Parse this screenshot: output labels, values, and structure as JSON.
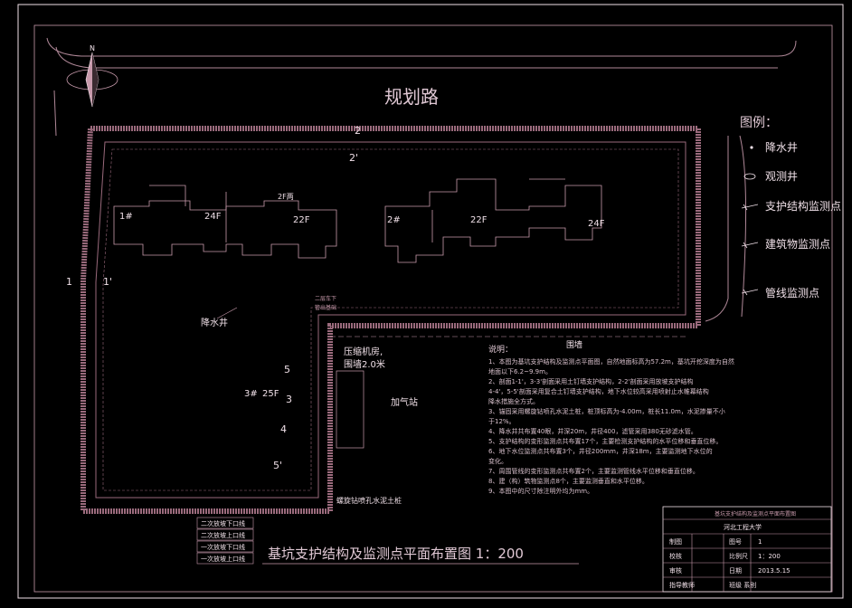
{
  "title_road": "规划路",
  "main_title": "基坑支护结构及监测点平面布置图 1：200",
  "north": "N",
  "legend": {
    "heading": "图例：",
    "items": [
      "降水井",
      "观测井",
      "支护结构监测点",
      "建筑物监测点",
      "管线监测点"
    ]
  },
  "buildings": [
    {
      "name": "1#",
      "floors": "24F"
    },
    {
      "name": "2F两",
      "floors": "22F"
    },
    {
      "name": "2#",
      "floors": "22F"
    },
    {
      "name": "",
      "floors": "24F"
    },
    {
      "name": "3#",
      "floors": "25F"
    }
  ],
  "labels": {
    "well": "降水井",
    "compressor": "压缩机房,",
    "compressor2": "围墙2.0米",
    "gas_station": "加气站",
    "fence": "围墙",
    "pile": "螺旋钻喷孔水泥土桩",
    "annot_a": "二层车下",
    "annot_b": "管出基础",
    "section_1": "1",
    "section_1p": "1'",
    "section_2": "2",
    "section_2p": "2'",
    "section_3": "3",
    "section_4": "4",
    "section_5": "5",
    "section_5p": "5'"
  },
  "notes": {
    "heading": "说明：",
    "lines": [
      "1、本图为基坑支护结构及监测点平面图，自然地面标高为57.2m，基坑开挖深度为自然",
      "地面以下6.2~9.9m。",
      "2、剖面1-1'，3-3'剖面采用土钉墙支护结构，2-2'剖面采用放坡支护结构",
      "4-4'，5-5'剖面采用复合土钉墙支护结构，地下水位较高采用喷射止水帷幕结构",
      "降水措施全方式。",
      "3、锚固采用螺旋钻喷孔水泥土桩，桩顶标高为-4.00m，桩长11.0m，水泥掺量不小",
      "于12%。",
      "4、降水井共布置40眼，井深20m，井径400，滤管采用380无砂滤水管。",
      "5、支护结构的变形监测点共布置17个，主要检测支护结构的水平位移和垂直位移。",
      "6、地下水位监测点共布置3个，井径200mm，井深18m，主要监测地下水位的",
      "变化。",
      "7、周围管线的变形监测点共布置2个，主要监测管线水平位移和垂直位移。",
      "8、建（构）筑物监测点8个，主要监测垂直和水平位移。",
      "9、本图中的尺寸除注明外均为mm。"
    ]
  },
  "step_labels": [
    "二次放坡下口线",
    "二次放坡上口线",
    "一次放坡下口线",
    "一次放坡上口线"
  ],
  "titleblock": {
    "header": "基坑支护结构及监测点平面布置图",
    "school": "河北工程大学",
    "rows": [
      {
        "k1": "制图",
        "v1": "",
        "k2": "图号",
        "v2": "1"
      },
      {
        "k1": "校核",
        "v1": "",
        "k2": "比例尺",
        "v2": "1：200"
      },
      {
        "k1": "审核",
        "v1": "",
        "k2": "日期",
        "v2": "2013.5.15"
      },
      {
        "k1": "指导教师",
        "v1": "",
        "k2": "班级 系别",
        "v2": ""
      }
    ]
  },
  "colors": {
    "line": "#c89aac",
    "bright": "#f0e0e8",
    "wall": "#9a6a7c"
  }
}
